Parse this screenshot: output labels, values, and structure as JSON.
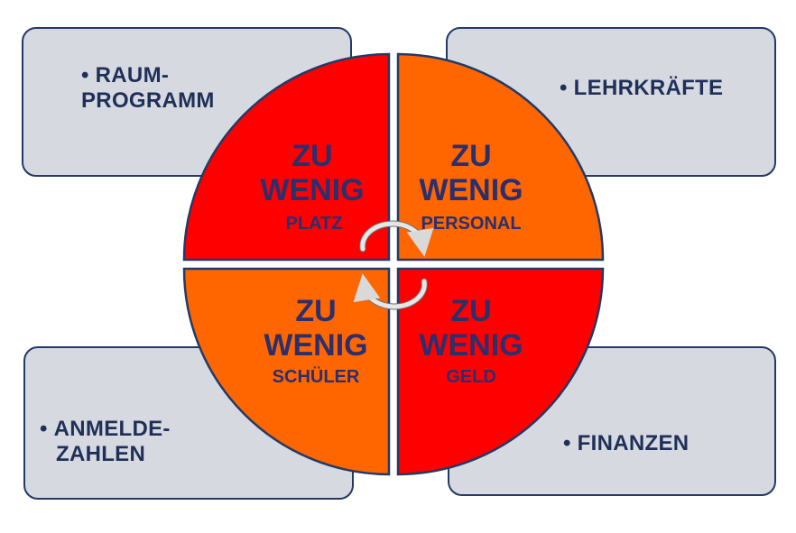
{
  "colors": {
    "box_fill": "#d7d9e1",
    "box_border": "#223a66",
    "label_text": "#1f3058",
    "quadrant_red": "#ff0000",
    "quadrant_orange": "#ff6600",
    "quadrant_text": "#2a2f6e",
    "arrow": "#d9d9d9"
  },
  "boxes": {
    "top_left": {
      "bullet": "•",
      "line1": "RAUM-",
      "line2": "PROGRAMM"
    },
    "top_right": {
      "bullet": "•",
      "line1": "LEHRKRÄFTE"
    },
    "bottom_left": {
      "bullet": "•",
      "line1": "ANMELDE-",
      "line2": "ZAHLEN"
    },
    "bottom_right": {
      "bullet": "•",
      "line1": "FINANZEN"
    }
  },
  "quadrants": {
    "top_left": {
      "line1": "ZU",
      "line2": "WENIG",
      "line3": "PLATZ"
    },
    "top_right": {
      "line1": "ZU",
      "line2": "WENIG",
      "line3": "PERSONAL"
    },
    "bottom_left": {
      "line1": "ZU",
      "line2": "WENIG",
      "line3": "SCHÜLER"
    },
    "bottom_right": {
      "line1": "ZU",
      "line2": "WENIG",
      "line3": "GELD"
    }
  },
  "cycle_icon": "circular-arrows-icon"
}
